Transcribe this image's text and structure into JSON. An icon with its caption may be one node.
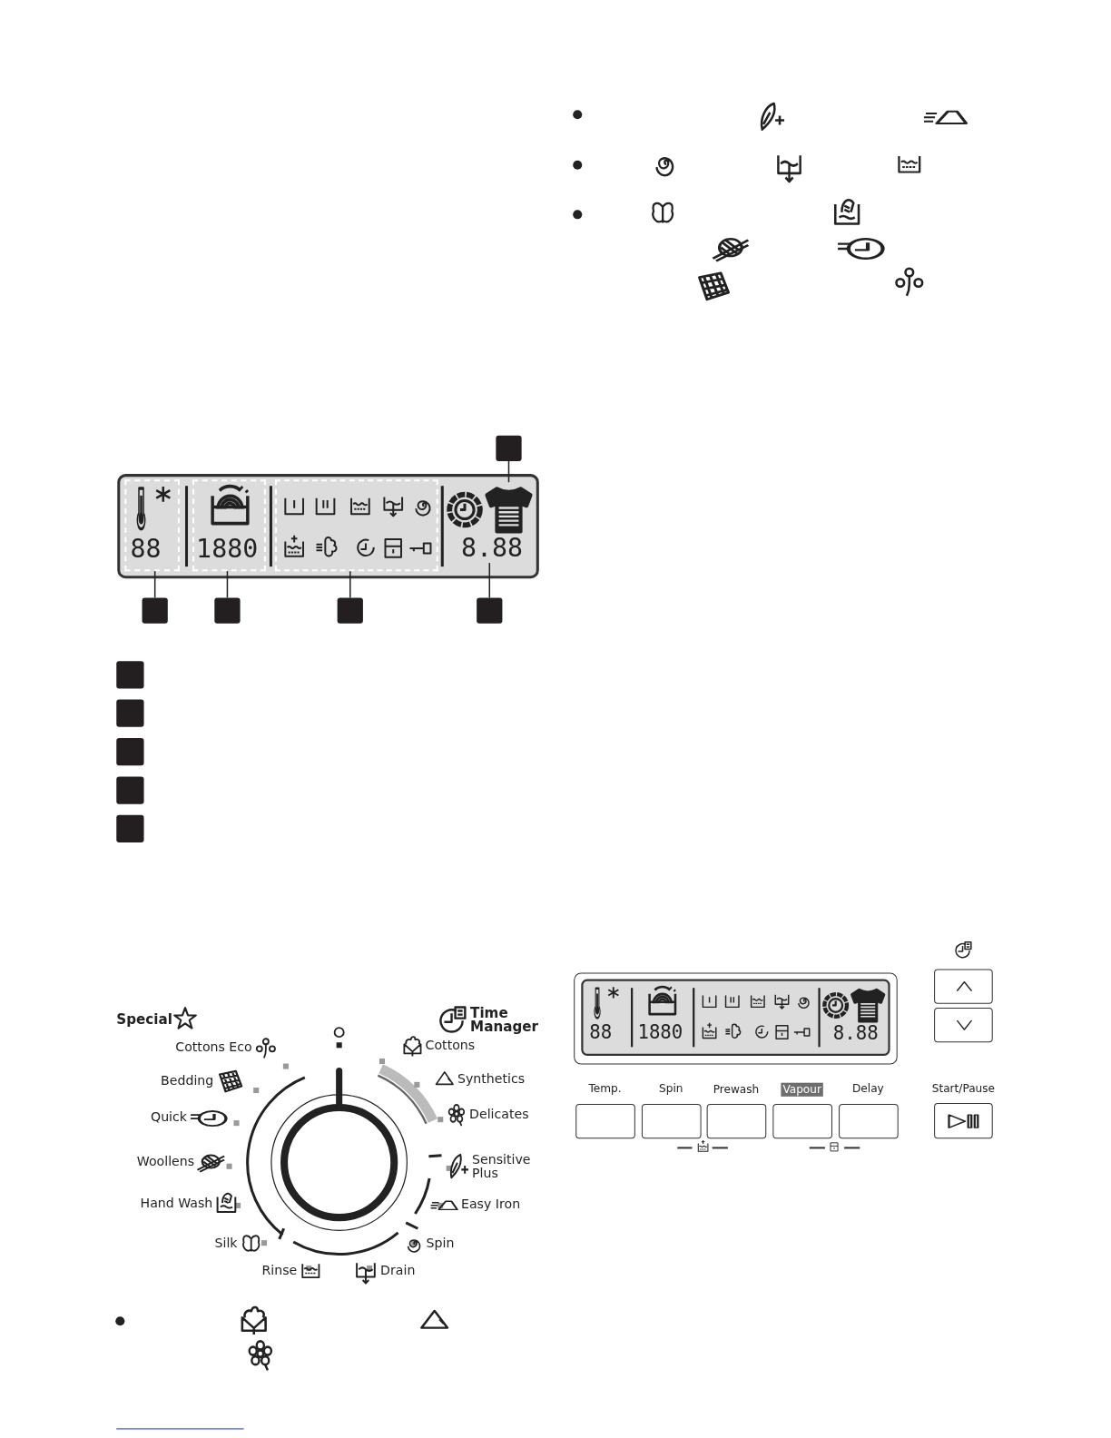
{
  "diagram": {
    "nodes": [
      {
        "text": [],
        "shape": "box"
      },
      {
        "text": [
          "88"
        ],
        "in": 0
      },
      {
        "text": [
          "1880"
        ],
        "in": 0
      },
      {
        "text": [],
        "shape": "box",
        "in": 0
      },
      {
        "text": [
          "8.88"
        ],
        "in": 0
      },
      {
        "text": [],
        "shape": "shirt",
        "in": 0
      },
      {
        "text": [],
        "shape": "box"
      },
      {
        "text": [],
        "shape": "box"
      },
      {
        "text": [],
        "shape": "box"
      },
      {
        "text": [],
        "shape": "box"
      },
      {
        "text": [],
        "shape": "box"
      },
      {
        "text": [],
        "shape": "box"
      },
      {
        "text": [],
        "shape": "box"
      },
      {
        "text": [],
        "shape": "box"
      },
      {
        "text": [],
        "shape": "box"
      },
      {
        "text": [],
        "shape": "box"
      }
    ],
    "edges": [
      {
        "from": 6,
        "to": 5,
        "arrow": "none"
      },
      {
        "from": 7,
        "to": 1,
        "arrow": "none"
      },
      {
        "from": 8,
        "to": 2,
        "arrow": "none"
      },
      {
        "from": 9,
        "to": 3,
        "arrow": "none"
      },
      {
        "from": 10,
        "to": 4,
        "arrow": "none"
      }
    ],
    "labels": [
      "Special",
      "Time Manager",
      "Cottons Eco",
      "Cottons",
      "Bedding",
      "Synthetics",
      "Quick",
      "Delicates",
      "Woollens",
      "Sensitive Plus",
      "Hand Wash",
      "Easy Iron",
      "Silk",
      "Spin",
      "Rinse",
      "Drain",
      "88",
      "1880",
      "8.88",
      "Temp.",
      "Spin",
      "Prewash",
      "Vapour",
      "Delay",
      "Start/Pause"
    ]
  }
}
